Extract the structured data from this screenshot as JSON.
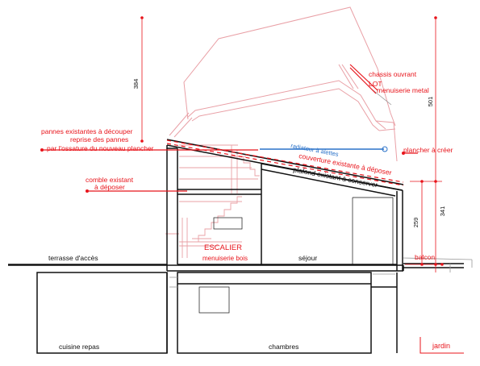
{
  "colors": {
    "red": "#e8141b",
    "pink": "#e9a0a6",
    "black": "#111111",
    "blue": "#2a72c9",
    "grey": "#9a9a9a"
  },
  "dimensions": {
    "d384": "384",
    "d501": "501",
    "d259": "259",
    "d341": "341"
  },
  "annotations": {
    "chassis": "chassis ouvrant",
    "lot": "LOT",
    "menuiserie_metal": "menuiserie metal",
    "pannes_1": "pannes existantes à découper",
    "pannes_2": "reprise des  pannes",
    "pannes_3": "par l'ossature du nouveau plancher",
    "radiateur": "radiateur à alettes",
    "couverture": "couverture existante à déposer",
    "plafond": "plafond existant à conserver",
    "plancher": "plancher à créer",
    "comble_1": "comble existant",
    "comble_2": "à déposer",
    "escalier": "ESCALIER",
    "menuiserie_bois": "menuiserie bois",
    "balcon": "balcon"
  },
  "rooms": {
    "terrasse": "terrasse d'accès",
    "sejour": "séjour",
    "cuisine": "cuisine repas",
    "chambres": "chambres",
    "jardin": "jardin"
  }
}
